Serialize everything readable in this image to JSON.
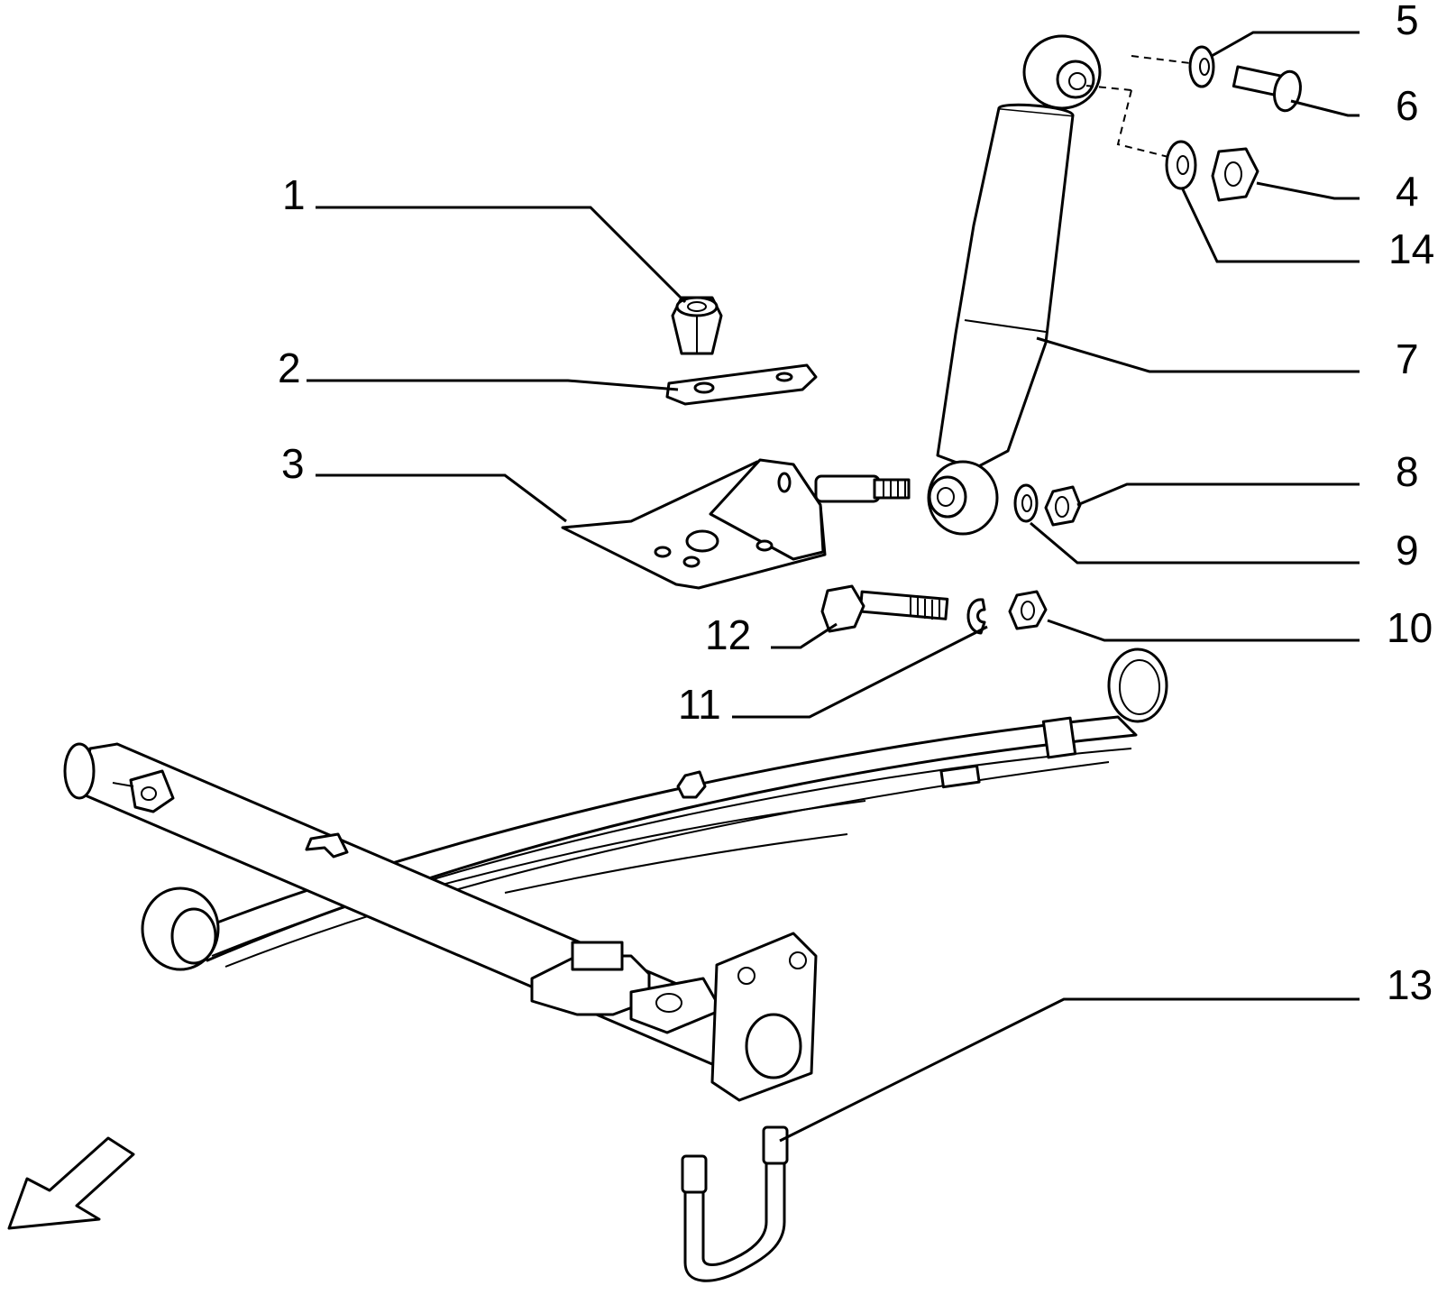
{
  "figure": {
    "colors": {
      "ink": "#000000",
      "paper": "#ffffff"
    },
    "callouts": [
      {
        "id": "1",
        "label": "1"
      },
      {
        "id": "2",
        "label": "2"
      },
      {
        "id": "3",
        "label": "3"
      },
      {
        "id": "4",
        "label": "4"
      },
      {
        "id": "5",
        "label": "5"
      },
      {
        "id": "6",
        "label": "6"
      },
      {
        "id": "7",
        "label": "7"
      },
      {
        "id": "8",
        "label": "8"
      },
      {
        "id": "9",
        "label": "9"
      },
      {
        "id": "10",
        "label": "10"
      },
      {
        "id": "11",
        "label": "11"
      },
      {
        "id": "12",
        "label": "12"
      },
      {
        "id": "13",
        "label": "13"
      },
      {
        "id": "14",
        "label": "14"
      }
    ],
    "icons": [
      "nut-icon",
      "plate-icon",
      "bracket-icon",
      "shock-absorber-icon",
      "washer-icon",
      "bolt-icon",
      "leaf-spring-icon",
      "axle-icon",
      "u-bolt-icon",
      "direction-arrow-icon"
    ]
  }
}
